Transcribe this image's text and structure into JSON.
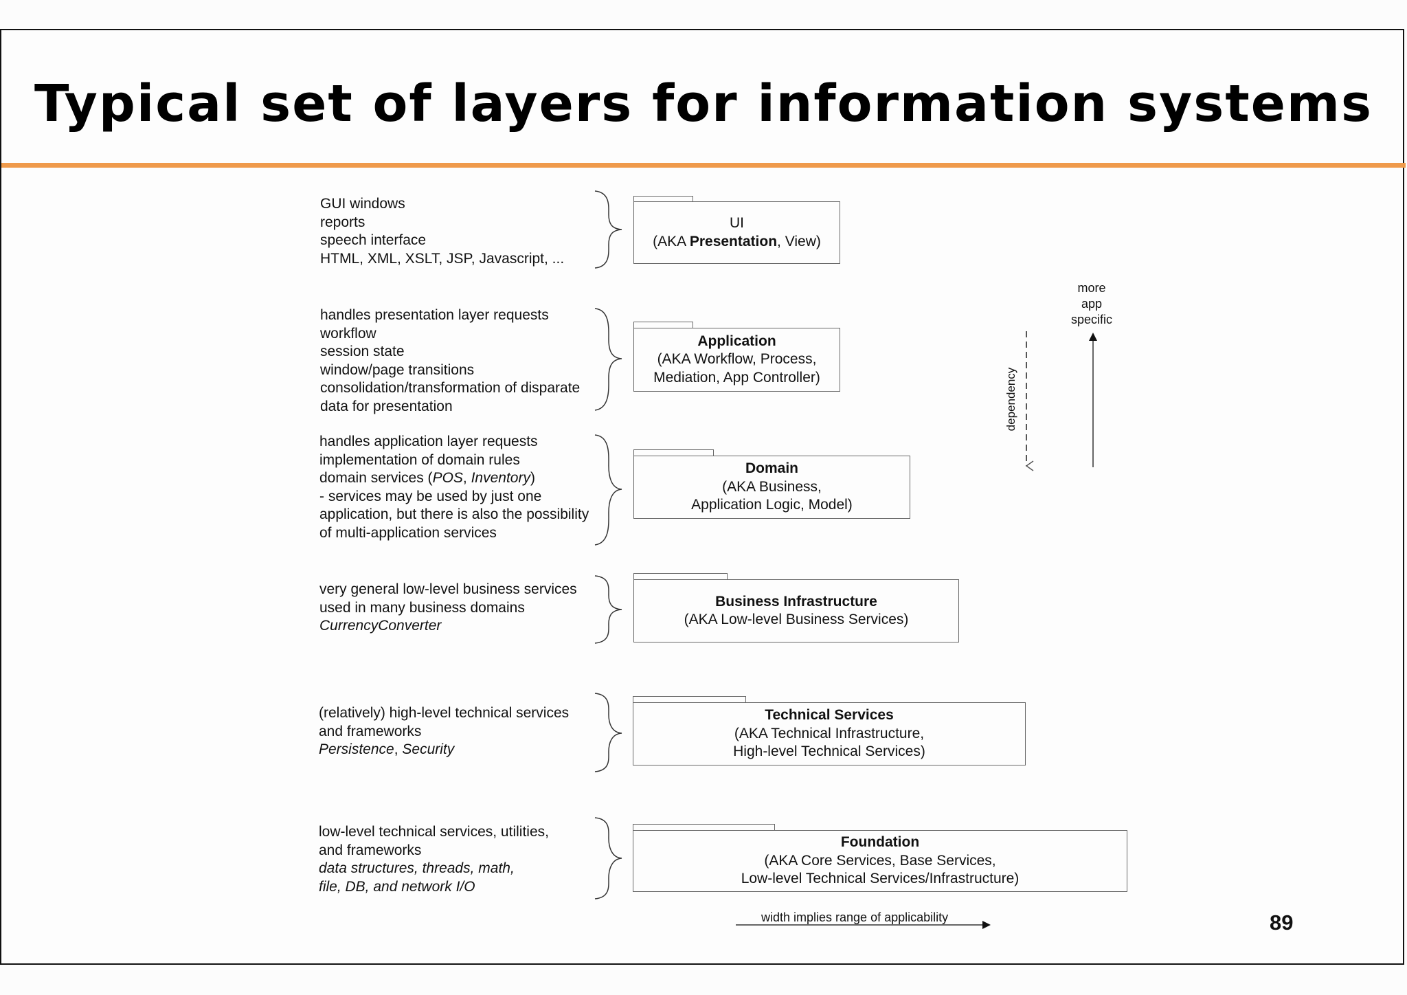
{
  "title": "Typical set of layers for information systems",
  "accent_color": "#ef9a4b",
  "layers": [
    {
      "desc": [
        "GUI windows",
        "reports",
        "speech interface",
        "HTML, XML, XSLT, JSP, Javascript, ..."
      ],
      "pkg": {
        "pre": "(AKA ",
        "bold": "Presentation",
        "post": ", View)",
        "name": "UI"
      }
    },
    {
      "desc": [
        "handles presentation layer requests",
        "workflow",
        "session state",
        "window/page transitions",
        "consolidation/transformation of disparate",
        "data for presentation"
      ],
      "pkg": {
        "name": "Application",
        "lines": [
          "(AKA Workflow, Process,",
          "Mediation, App Controller)"
        ]
      }
    },
    {
      "desc_plain_1": "handles application layer requests",
      "desc_plain_2": "implementation of domain rules",
      "desc_services_pre": "domain services (",
      "desc_services_pos": "POS",
      "desc_services_sep": ", ",
      "desc_services_inv": "Inventory",
      "desc_services_post": ")",
      "desc_rest": [
        "- services may be used by just one",
        "application, but there is also the possibility",
        "of multi-application services"
      ],
      "pkg": {
        "name": "Domain",
        "lines": [
          "(AKA Business,",
          "Application Logic, Model)"
        ]
      }
    },
    {
      "desc": [
        "very general low-level business services",
        "used in many business domains"
      ],
      "desc_italic": "CurrencyConverter",
      "pkg": {
        "name": "Business Infrastructure",
        "lines": [
          "(AKA Low-level Business Services)"
        ]
      }
    },
    {
      "desc": [
        "(relatively) high-level technical services",
        "and frameworks"
      ],
      "desc_it_1": "Persistence",
      "desc_sep": ", ",
      "desc_it_2": "Security",
      "pkg": {
        "name": "Technical Services",
        "lines": [
          "(AKA Technical Infrastructure,",
          "High-level Technical Services)"
        ]
      }
    },
    {
      "desc": [
        "low-level technical services, utilities,",
        "and frameworks"
      ],
      "desc_italic": [
        "data structures, threads, math,",
        "file, DB, and network I/O"
      ],
      "pkg": {
        "name": "Foundation",
        "lines": [
          "(AKA Core Services, Base Services,",
          "Low-level Technical Services/Infrastructure)"
        ]
      }
    }
  ],
  "more_app_specific": [
    "more",
    "app",
    "specific"
  ],
  "dependency_label": "dependency",
  "width_note": "width implies  range of applicability",
  "page_number": "89"
}
